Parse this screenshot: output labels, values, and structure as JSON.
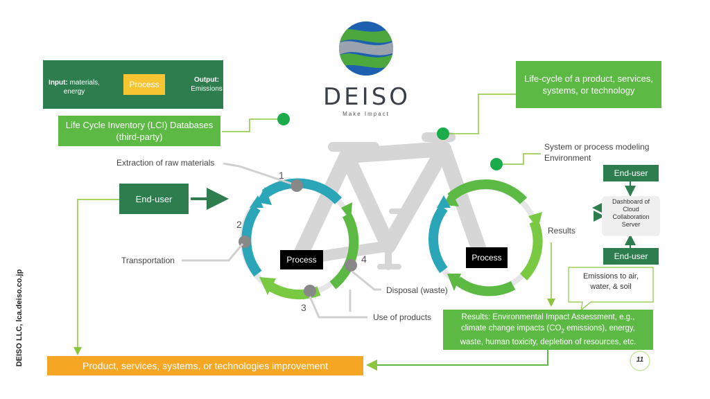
{
  "brand": {
    "name": "DEISO",
    "tagline": "Make Impact"
  },
  "ipo": {
    "input_label": "Input:",
    "input_text": "materials, energy",
    "process": "Process",
    "output_label": "Output:",
    "output_text": "Emissions"
  },
  "lci_box": {
    "line1": "Life Cycle Inventory (LCI) Databases",
    "line2": "(third-party)"
  },
  "lifecycle_box": {
    "line1": "Life-cycle of a product, services,",
    "line2": "systems, or technology"
  },
  "modeling": {
    "line1": "System or process modeling",
    "line2": "Environment"
  },
  "end_user_left": "End-user",
  "stages": {
    "extraction": "Extraction of raw materials",
    "transportation": "Transportation",
    "disposal": "Disposal (waste)",
    "use": "Use of products",
    "n1": "1",
    "n2": "2",
    "n3": "3",
    "n4": "4"
  },
  "process_left": "Process",
  "process_right": "Process",
  "results_label": "Results",
  "dashboard": {
    "top": "End-user",
    "line1": "Dashboard of",
    "line2": "Cloud",
    "line3": "Collaboration",
    "line4": "Server",
    "bottom": "End-user"
  },
  "emissions_callout": {
    "line1": "Emissions to air,",
    "line2": "water, & soil"
  },
  "results_box": {
    "line1": "Results: Environmental Impact Assessment, e.g.,",
    "line2_pre": "climate change impacts (CO",
    "line2_sub": "2",
    "line2_post": " emissions), energy,",
    "line3": "waste, human toxicity, depletion of resources, etc."
  },
  "improvement": "Product, services, systems, or technologies improvement",
  "side_text": "DEISO LLC, lca.deiso.co.jp",
  "page_number": "11",
  "colors": {
    "green": "#5cb944",
    "dark_green": "#2e7d4f",
    "orange": "#f5a623",
    "teal": "#2aa6b8",
    "grey": "#d8d8d8"
  }
}
